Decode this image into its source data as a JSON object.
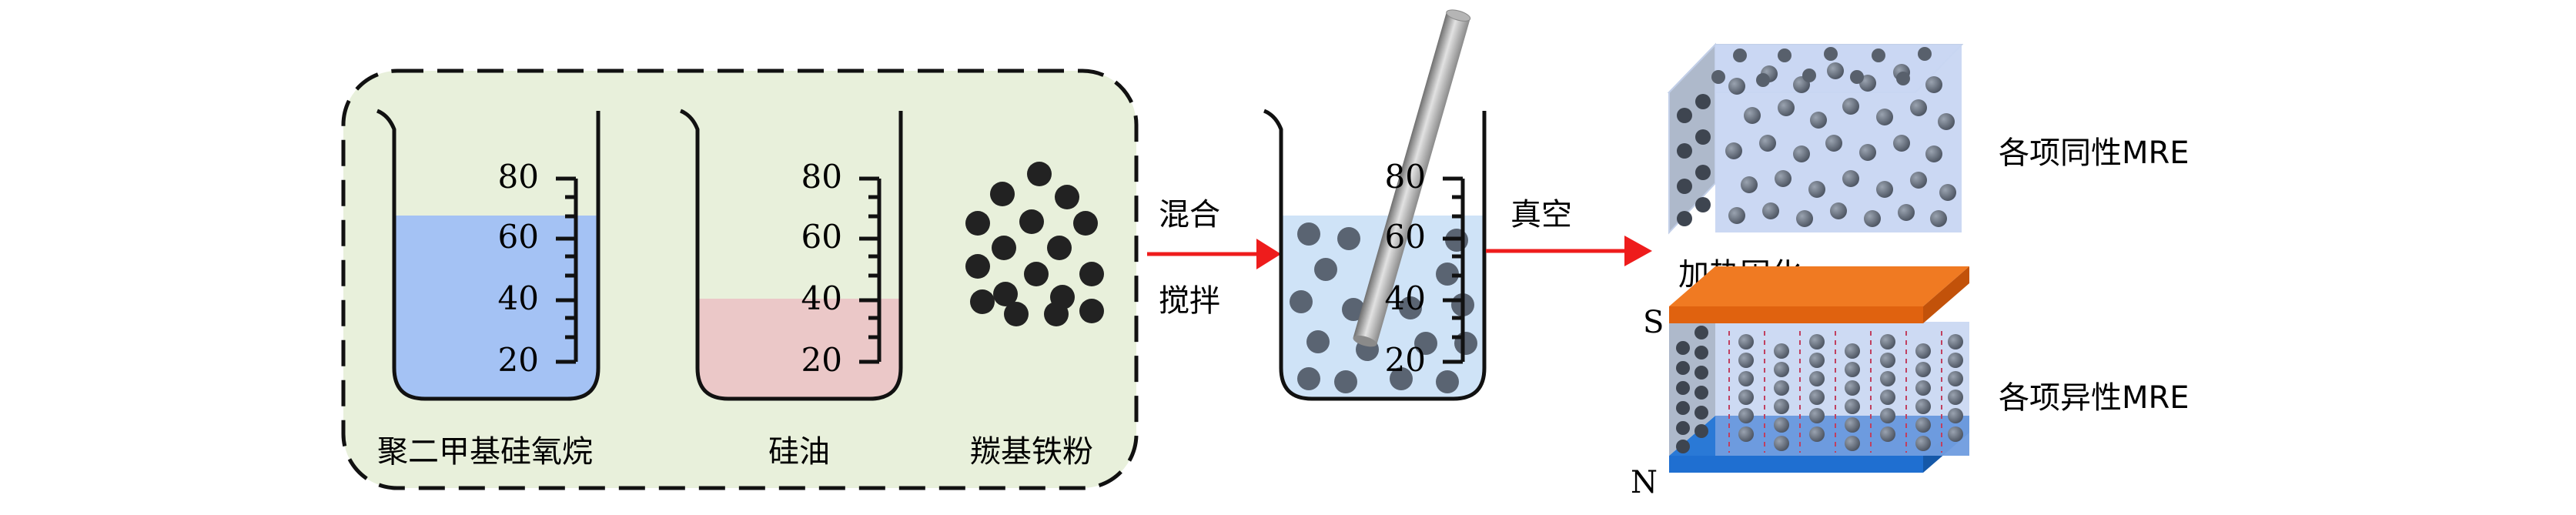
{
  "materials_group": {
    "beakers": [
      {
        "label": "聚二甲基硅氧烷",
        "ticks": [
          "80",
          "60",
          "40",
          "20"
        ],
        "liquid_level": 0.7,
        "liquid_color": "#a4c2f4"
      },
      {
        "label": "硅油",
        "ticks": [
          "80",
          "60",
          "40",
          "20"
        ],
        "liquid_level": 0.4,
        "liquid_color": "#ebc8c8"
      }
    ],
    "powder_label": "羰基铁粉",
    "background_color": "#e8f0db"
  },
  "mixing": {
    "arrow_top_label": "混合",
    "arrow_bottom_label": "搅拌",
    "beaker_ticks": [
      "80",
      "60",
      "40",
      "20"
    ],
    "liquid_color": "#cfe3f7",
    "liquid_level": 0.7
  },
  "curing": {
    "arrow_top_label": "真空",
    "arrow_bottom_label": "加热固化"
  },
  "outputs": {
    "isotropic_label": "各项同性MRE",
    "anisotropic_label": "各项异性MRE",
    "magnet_top_label": "S",
    "magnet_bottom_label": "N",
    "magnet_top_color": "#ee6b1a",
    "magnet_bottom_color": "#1f6fd1"
  },
  "colors": {
    "arrow": "#ee1c1c",
    "particle": "#5a6472",
    "powder": "#222222"
  }
}
